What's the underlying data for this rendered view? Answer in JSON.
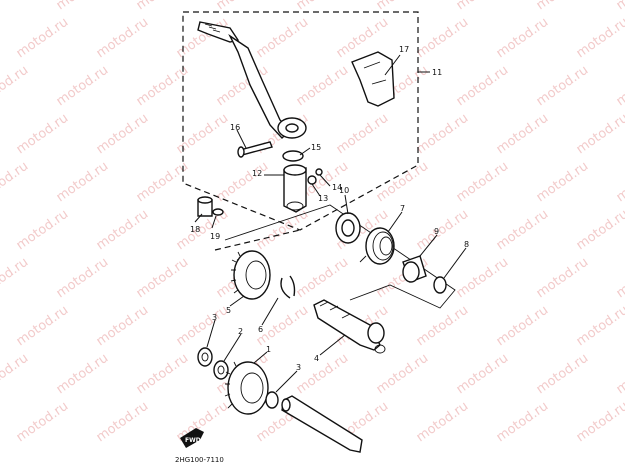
{
  "diagram": {
    "code": "2HG100-7110",
    "watermark": "motod.ru",
    "fwd_label": "FWD",
    "callouts": [
      {
        "id": "c1",
        "text": "1"
      },
      {
        "id": "c2",
        "text": "2"
      },
      {
        "id": "c3a",
        "text": "3"
      },
      {
        "id": "c3b",
        "text": "3"
      },
      {
        "id": "c4",
        "text": "4"
      },
      {
        "id": "c5",
        "text": "5"
      },
      {
        "id": "c6",
        "text": "6"
      },
      {
        "id": "c7",
        "text": "7"
      },
      {
        "id": "c8",
        "text": "8"
      },
      {
        "id": "c9",
        "text": "9"
      },
      {
        "id": "c10",
        "text": "10"
      },
      {
        "id": "c11",
        "text": "11"
      },
      {
        "id": "c12",
        "text": "12"
      },
      {
        "id": "c13",
        "text": "13"
      },
      {
        "id": "c14",
        "text": "14"
      },
      {
        "id": "c15",
        "text": "15"
      },
      {
        "id": "c16",
        "text": "16"
      },
      {
        "id": "c17",
        "text": "17"
      },
      {
        "id": "c18",
        "text": "18"
      },
      {
        "id": "c19",
        "text": "19"
      }
    ]
  }
}
